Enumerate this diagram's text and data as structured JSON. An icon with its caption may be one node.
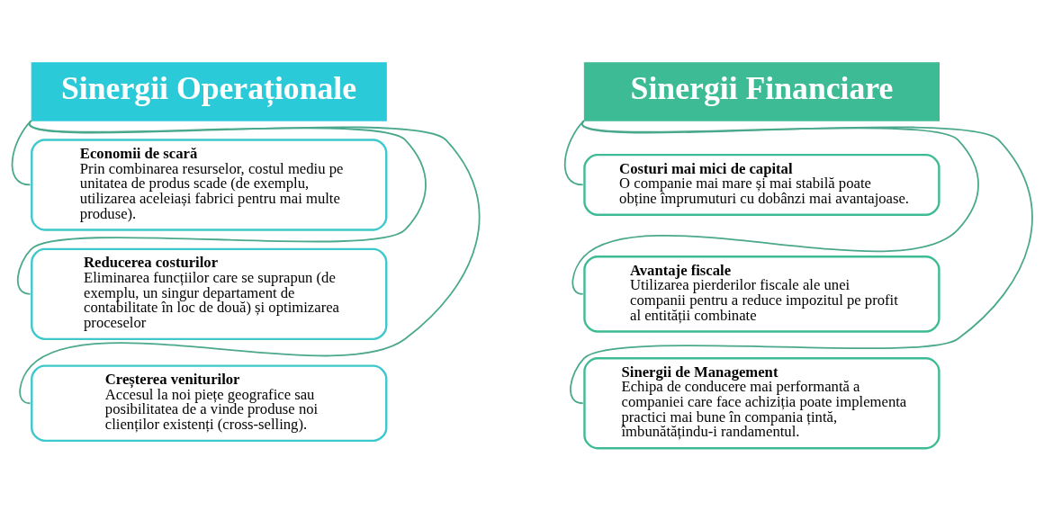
{
  "diagram": {
    "nodes": [
      {
        "text": [
          "Sinergii Operaționale"
        ]
      },
      {
        "text": [
          "Economii de scară",
          "Prin combinarea resurselor, costul mediu pe unitatea de produs scade (de exemplu, utilizarea aceleiași fabrici pentru mai multe produse)."
        ]
      },
      {
        "text": [
          "Reducerea costurilor",
          "Eliminarea funcțiilor care se suprapun (de exemplu, un singur departament de contabilitate în loc de două) și optimizarea proceselor"
        ]
      },
      {
        "text": [
          "Creșterea veniturilor",
          "Accesul la noi piețe geografice sau posibilitatea de a vinde produse noi clienților existenți (cross-selling)."
        ]
      },
      {
        "text": [
          "Sinergii Financiare"
        ]
      },
      {
        "text": [
          "Costuri mai mici de capital",
          "O companie mai mare și mai stabilă poate obține împrumuturi cu dobânzi mai avantajoase."
        ]
      },
      {
        "text": [
          "Avantaje fiscale",
          "Utilizarea pierderilor fiscale ale unei companii pentru a reduce impozitul pe profit al entității combinate"
        ]
      },
      {
        "text": [
          "Sinergii de Management",
          "Echipa de conducere mai performantă a companiei care face achiziția poate implementa practici mai bune în compania țintă, îmbunătățindu-i randamentul."
        ]
      }
    ],
    "edges": [
      {
        "from": 0,
        "to": 1,
        "arrow": "none"
      },
      {
        "from": 0,
        "to": 2,
        "arrow": "none"
      },
      {
        "from": 0,
        "to": 3,
        "arrow": "none"
      },
      {
        "from": 4,
        "to": 5,
        "arrow": "none"
      },
      {
        "from": 4,
        "to": 6,
        "arrow": "none"
      },
      {
        "from": 4,
        "to": 7,
        "arrow": "none"
      }
    ]
  }
}
